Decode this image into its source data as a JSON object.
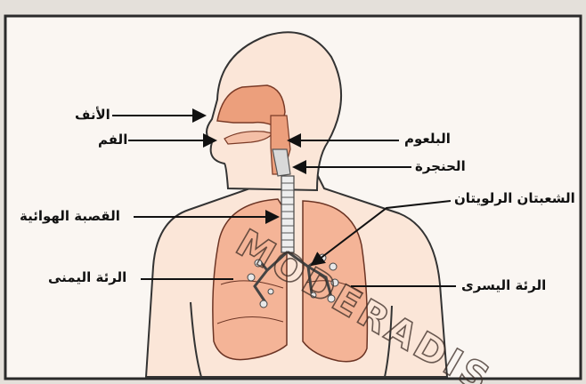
{
  "labels": {
    "nose": "الأنف",
    "mouth": "الفم",
    "pharynx": "البلعوم",
    "larynx": "الحنجرة",
    "bronchi": "الشعبتان الرلويتان",
    "trachea": "القصبة الهوائية",
    "right_lung": "الرئة اليمنى",
    "left_lung": "الرئة اليسرى"
  },
  "watermark": "MODERADIS"
}
